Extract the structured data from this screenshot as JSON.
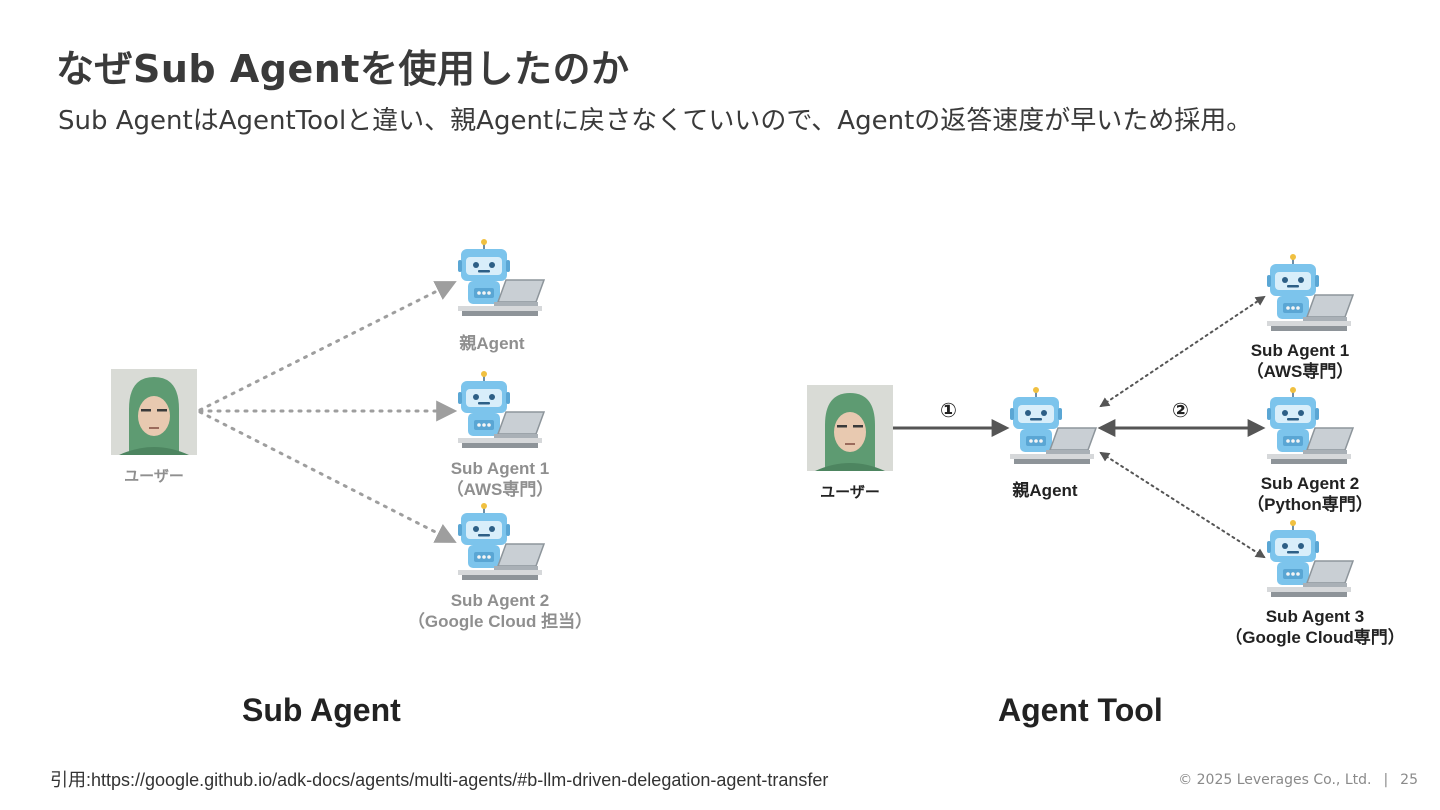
{
  "title": "なぜSub Agentを使用したのか",
  "subtitle": "Sub AgentはAgentToolと違い、親Agentに戻さなくていいので、Agentの返答速度が早いため採用。",
  "left": {
    "section_label": "Sub Agent",
    "user_label": "ユーザー",
    "parent_label": "親Agent",
    "sub1_line1": "Sub Agent 1",
    "sub1_line2": "（AWS専門）",
    "sub2_line1": "Sub Agent 2",
    "sub2_line2": "（Google Cloud 担当）"
  },
  "right": {
    "section_label": "Agent Tool",
    "user_label": "ユーザー",
    "parent_label": "親Agent",
    "step1": "①",
    "step2": "②",
    "sub1_line1": "Sub Agent 1",
    "sub1_line2": "（AWS専門）",
    "sub2_line1": "Sub Agent 2",
    "sub2_line2": "（Python専門）",
    "sub3_line1": "Sub Agent 3",
    "sub3_line2": "（Google Cloud専門）"
  },
  "footer": {
    "citation": "引用:https://google.github.io/adk-docs/agents/multi-agents/#b-llm-driven-delegation-agent-transfer",
    "copyright": "© 2025 Leverages Co., Ltd.",
    "separator": "|",
    "page_number": "25"
  },
  "colors": {
    "robot_body": "#7cc4ec",
    "robot_face": "#d8eefa",
    "arrow_gray": "#9e9e9e",
    "arrow_dark": "#555555",
    "photo_bg": "#d9dbd6",
    "hood_green": "#5e9b72"
  }
}
